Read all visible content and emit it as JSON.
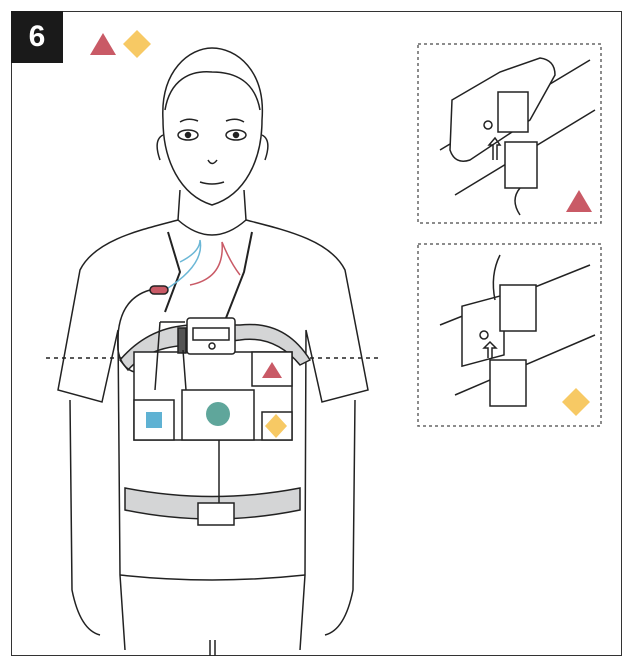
{
  "step": {
    "number": "6"
  },
  "colors": {
    "triangle": "#c95a66",
    "diamond": "#f7c964",
    "square": "#5fb2d3",
    "circle": "#5fa69b",
    "strap": "#d4d5d6",
    "outline": "#222222"
  },
  "icons": [
    "triangle-marker",
    "diamond-marker",
    "square-marker",
    "circle-marker"
  ]
}
